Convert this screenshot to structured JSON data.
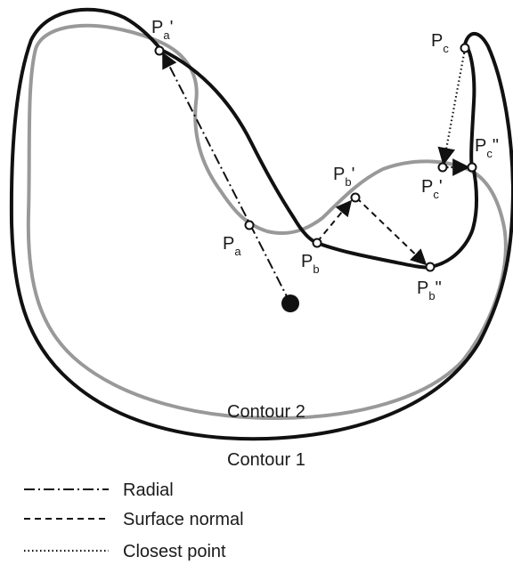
{
  "contours": [
    {
      "label": "Contour 1",
      "color": "#111111"
    },
    {
      "label": "Contour 2",
      "color": "#999999"
    }
  ],
  "points": {
    "pa": {
      "base": "P",
      "sub": "a",
      "prime": ""
    },
    "pa1": {
      "base": "P",
      "sub": "a",
      "prime": "'"
    },
    "pb": {
      "base": "P",
      "sub": "b",
      "prime": ""
    },
    "pb1": {
      "base": "P",
      "sub": "b",
      "prime": "'"
    },
    "pb2": {
      "base": "P",
      "sub": "b",
      "prime": "\""
    },
    "pc": {
      "base": "P",
      "sub": "c",
      "prime": ""
    },
    "pc1": {
      "base": "P",
      "sub": "c",
      "prime": "'"
    },
    "pc2": {
      "base": "P",
      "sub": "c",
      "prime": "\""
    }
  },
  "legend": [
    {
      "label": "Radial",
      "style": "dash-dot"
    },
    {
      "label": "Surface normal",
      "style": "dashed"
    },
    {
      "label": "Closest point",
      "style": "dotted"
    }
  ]
}
